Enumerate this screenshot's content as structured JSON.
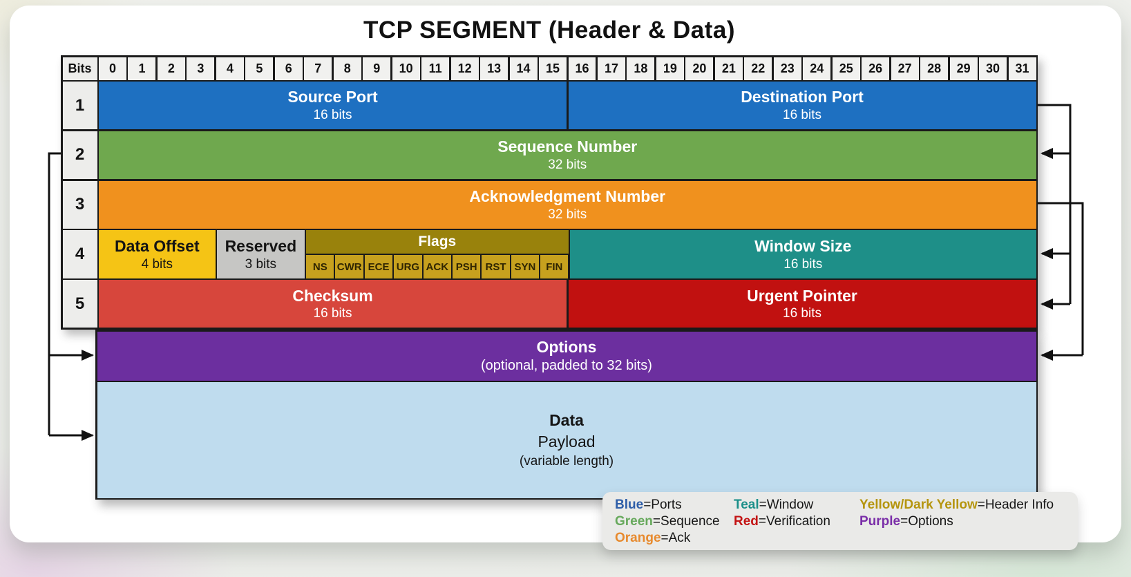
{
  "title": "TCP SEGMENT (Header & Data)",
  "bits_header": {
    "label": "Bits",
    "numbers": [
      "0",
      "1",
      "2",
      "3",
      "4",
      "5",
      "6",
      "7",
      "8",
      "9",
      "10",
      "11",
      "12",
      "13",
      "14",
      "15",
      "16",
      "17",
      "18",
      "19",
      "20",
      "21",
      "22",
      "23",
      "24",
      "25",
      "26",
      "27",
      "28",
      "29",
      "30",
      "31"
    ]
  },
  "rows": {
    "row1": {
      "label": "1",
      "source_port": {
        "title": "Source Port",
        "subtitle": "16 bits"
      },
      "destination_port": {
        "title": "Destination Port",
        "subtitle": "16 bits"
      }
    },
    "row2": {
      "label": "2",
      "field": {
        "title": "Sequence Number",
        "subtitle": "32 bits"
      }
    },
    "row3": {
      "label": "3",
      "field": {
        "title": "Acknowledgment Number",
        "subtitle": "32 bits"
      }
    },
    "row4": {
      "label": "4",
      "data_offset": {
        "title": "Data Offset",
        "subtitle": "4 bits"
      },
      "reserved": {
        "title": "Reserved",
        "subtitle": "3 bits"
      },
      "flags": {
        "title": "Flags",
        "items": [
          "NS",
          "CWR",
          "ECE",
          "URG",
          "ACK",
          "PSH",
          "RST",
          "SYN",
          "FIN"
        ]
      },
      "window_size": {
        "title": "Window Size",
        "subtitle": "16 bits"
      }
    },
    "row5": {
      "label": "5",
      "checksum": {
        "title": "Checksum",
        "subtitle": "16 bits"
      },
      "urgent_pointer": {
        "title": "Urgent Pointer",
        "subtitle": "16 bits"
      }
    },
    "options": {
      "title": "Options",
      "subtitle": "(optional, padded to 32 bits)"
    },
    "data": {
      "line1": "Data",
      "line2": "Payload",
      "line3": "(variable length)"
    }
  },
  "legend": {
    "items": [
      {
        "word": "Blue",
        "rest": "=Ports",
        "color": "#2e5ea8"
      },
      {
        "word": "Teal",
        "rest": "=Window",
        "color": "#1a8f89"
      },
      {
        "word": "Yellow/Dark Yellow",
        "rest": "=Header Info",
        "color": "#b5950e"
      },
      {
        "word": "Green",
        "rest": "=Sequence",
        "color": "#67a95c"
      },
      {
        "word": "Red",
        "rest": "=Verification",
        "color": "#c31414"
      },
      {
        "word": "Purple",
        "rest": "=Options",
        "color": "#7a2ea8"
      },
      {
        "word": "Orange",
        "rest": "=Ack",
        "color": "#e78a2e"
      }
    ]
  },
  "colors": {
    "ports_blue": "#1e70c1",
    "sequence_green": "#6fa84e",
    "ack_orange": "#f0911e",
    "data_offset_yellow": "#f5c415",
    "reserved_gray": "#c6c6c4",
    "flags_dark_yellow": "#99820c",
    "flag_cell_gold": "#c7a11e",
    "window_teal": "#1e8f88",
    "checksum_red": "#d7463c",
    "urgent_red": "#c11110",
    "options_purple": "#6c2f9f",
    "data_light_blue": "#bfdcee",
    "border_black": "#1a1a1a"
  }
}
